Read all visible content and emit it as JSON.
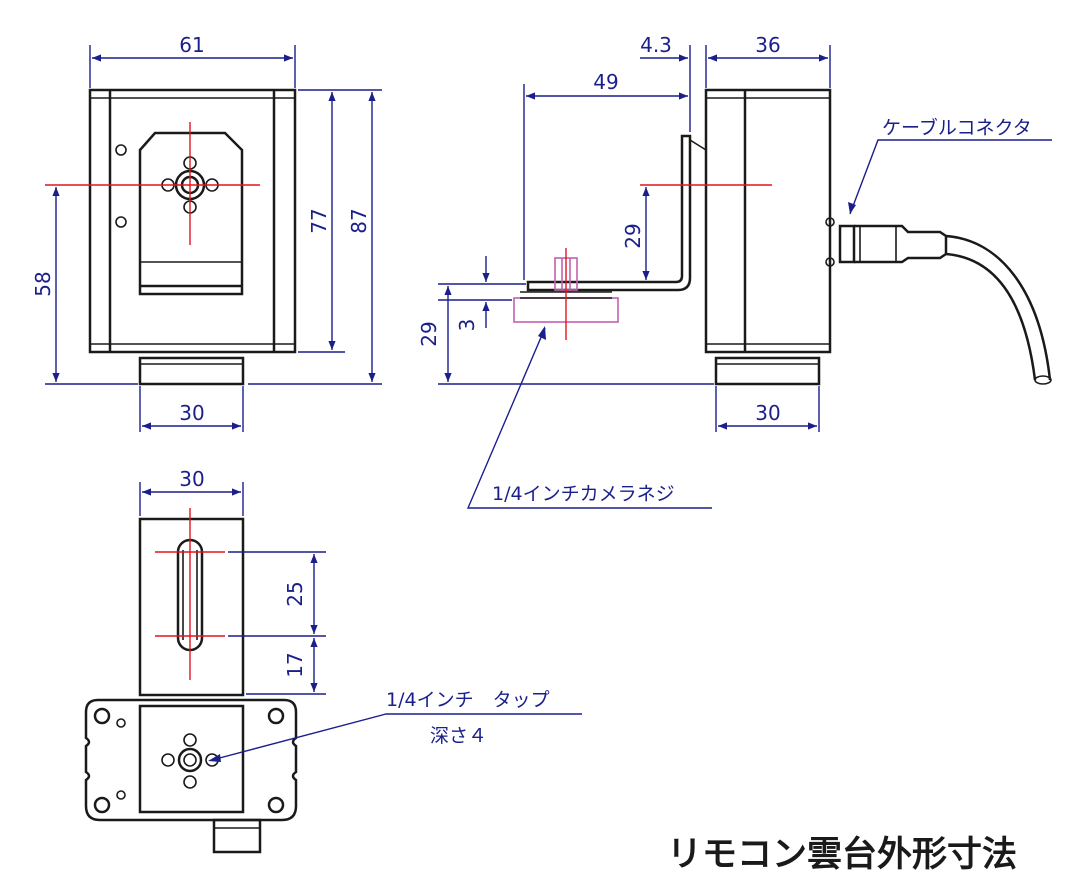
{
  "title": "リモコン雲台外形寸法",
  "dimensions": {
    "front_width": "61",
    "front_height_body": "77",
    "front_height_total": "87",
    "front_center_height": "58",
    "front_base_width": "30",
    "side_offset": "4.3",
    "side_depth": "36",
    "side_screw_span": "49",
    "side_bracket_height": "29",
    "side_screw_height": "29",
    "side_screw_thickness": "3",
    "side_base_width": "30",
    "top_width": "30",
    "top_slot_length": "25",
    "top_slot_offset": "17"
  },
  "labels": {
    "cable_connector": "ケーブルコネクタ",
    "camera_screw": "1/4インチカメラネジ",
    "tap_line1": "1/4インチ　タップ",
    "tap_line2": "深さ４"
  },
  "colors": {
    "dimension": "#1a1f8c",
    "centerline": "#e0141e",
    "outline": "#1a1a1a",
    "screw": "#c45fb0"
  }
}
